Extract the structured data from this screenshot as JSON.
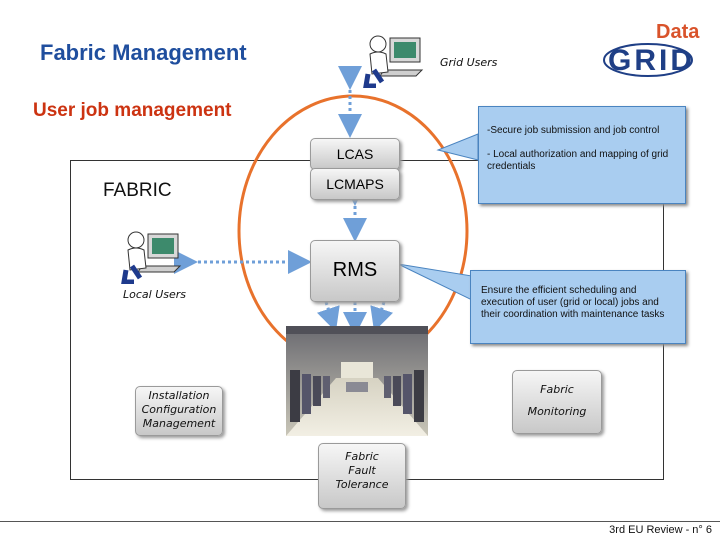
{
  "title": "Fabric Management",
  "subtitle": "User job management",
  "logo": {
    "top_text": "Data",
    "bottom_text": "GRID"
  },
  "grid_users": {
    "label": "Grid Users",
    "icon": "user-at-computer-icon"
  },
  "local_users": {
    "label": "Local Users",
    "icon": "user-at-computer-icon"
  },
  "fabric": {
    "label": "FABRIC"
  },
  "components": {
    "lcas": "LCAS",
    "lcmaps": "LCMAPS",
    "rms": "RMS"
  },
  "callouts": {
    "lcas_lcmaps": [
      "-Secure job submission and job control",
      "- Local authorization and mapping of grid credentials"
    ],
    "rms": "Ensure the efficient scheduling and execution of user (grid or local) jobs and their coordination with maintenance tasks"
  },
  "subsystems": {
    "icm": [
      "Installation",
      "Configuration",
      "Management"
    ],
    "monitoring": [
      "Fabric",
      "Monitoring"
    ],
    "fault_tolerance": [
      "Fabric",
      "Fault",
      "Tolerance"
    ]
  },
  "photo": {
    "subject": "computer-center-photo"
  },
  "footer": "3rd EU Review - n° 6",
  "colors": {
    "title": "#1f4e9e",
    "subtitle": "#cc3311",
    "ring": "#e8722c",
    "arrow": "#6f9fd8",
    "callout_fill": "#a9cdf0",
    "logo_red": "#d9532b",
    "logo_blue": "#1f3f86"
  }
}
